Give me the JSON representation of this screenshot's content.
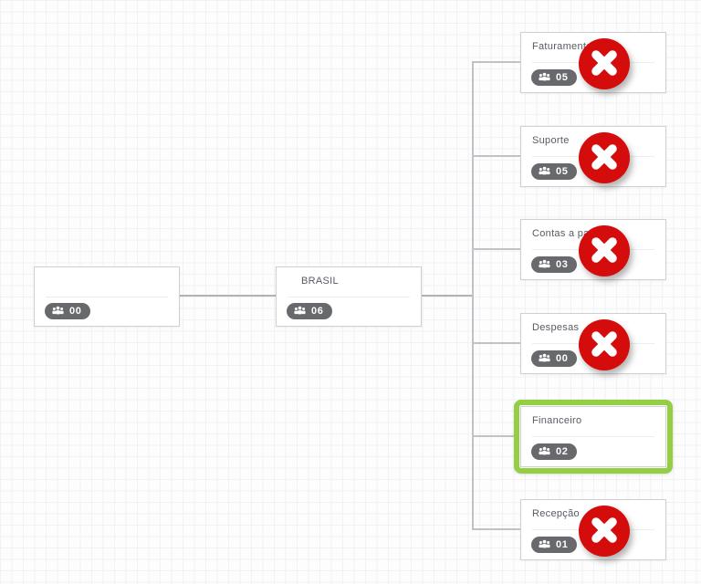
{
  "app": {
    "view": "organization-chart-editor"
  },
  "colors": {
    "delete_red": "#d50c0c",
    "selection_green": "#93ce43",
    "badge_gray": "#67696c",
    "connector_gray": "#c2c2c4"
  },
  "chart": {
    "root": {
      "title": "",
      "count": "00",
      "deletable": false,
      "selected": false
    },
    "parent": {
      "title": "BRASIL",
      "count": "06",
      "deletable": false,
      "selected": false
    },
    "children": [
      {
        "title": "Faturamento",
        "count": "05",
        "deletable": true,
        "selected": false
      },
      {
        "title": "Suporte",
        "count": "05",
        "deletable": true,
        "selected": false
      },
      {
        "title": "Contas a pagar",
        "count": "03",
        "deletable": true,
        "selected": false
      },
      {
        "title": "Despesas",
        "count": "00",
        "deletable": true,
        "selected": false
      },
      {
        "title": "Financeiro",
        "count": "02",
        "deletable": false,
        "selected": true
      },
      {
        "title": "Recepção",
        "count": "01",
        "deletable": true,
        "selected": false
      }
    ]
  },
  "icons": {
    "member_count": "users-icon",
    "delete": "close-icon"
  }
}
